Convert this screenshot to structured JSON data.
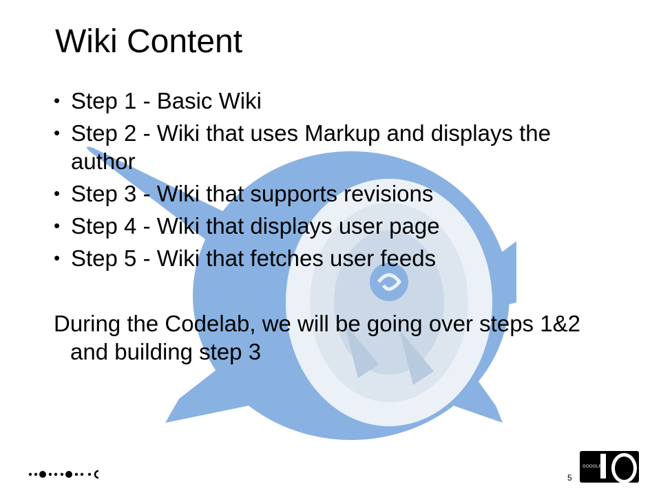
{
  "slide": {
    "title": "Wiki Content",
    "bullets": [
      "Step 1 - Basic Wiki",
      "Step 2 - Wiki that uses Markup and displays the author",
      "Step 3 - Wiki that supports revisions",
      "Step 4 - Wiki that displays user page",
      "Step 5 - Wiki that fetches user feeds"
    ],
    "bullet_glyph": "•",
    "note": "During the Codelab, we will be going over steps 1&2 and building step 3",
    "page_number": "5"
  },
  "footer": {
    "logo_small_text": "GOOGLE"
  },
  "colors": {
    "watermark_blue": "#3b7fd0",
    "watermark_light": "#dfe8f2",
    "text": "#000000"
  },
  "icons": {
    "watermark": "app-engine-logo-icon",
    "footer_dots": "dots-pattern-icon",
    "logo": "google-io-logo-icon"
  }
}
